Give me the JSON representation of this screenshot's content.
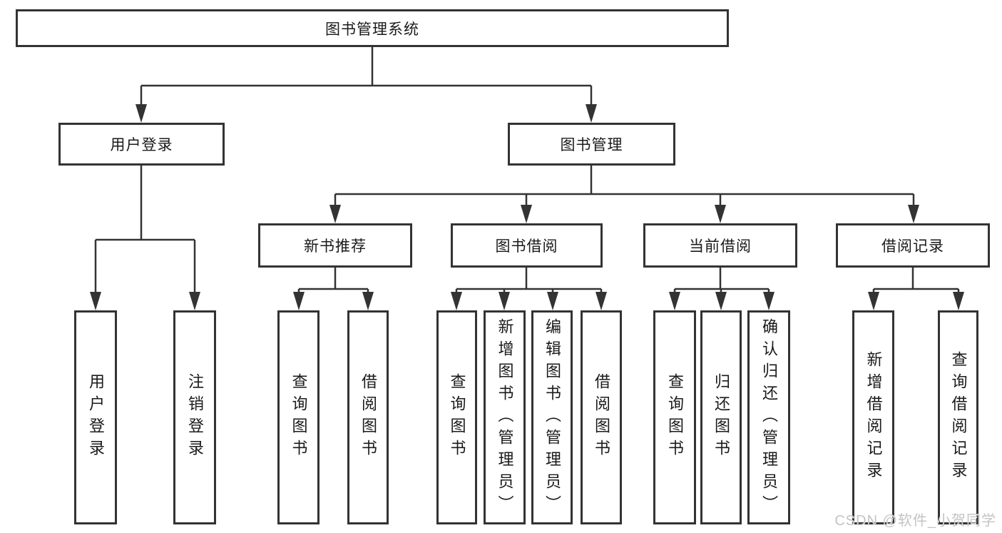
{
  "tree": {
    "root": {
      "label": "图书管理系统"
    },
    "branches": [
      {
        "label": "用户登录",
        "children": [
          {
            "label": "用户登录"
          },
          {
            "label": "注销登录"
          }
        ]
      },
      {
        "label": "图书管理",
        "children": [
          {
            "label": "新书推荐",
            "children": [
              {
                "label": "查询图书"
              },
              {
                "label": "借阅图书"
              }
            ]
          },
          {
            "label": "图书借阅",
            "children": [
              {
                "label": "查询图书"
              },
              {
                "label": "新增图书（管理员）"
              },
              {
                "label": "编辑图书（管理员）"
              },
              {
                "label": "借阅图书"
              }
            ]
          },
          {
            "label": "当前借阅",
            "children": [
              {
                "label": "查询图书"
              },
              {
                "label": "归还图书"
              },
              {
                "label": "确认归还（管理员）"
              }
            ]
          },
          {
            "label": "借阅记录",
            "children": [
              {
                "label": "新增借阅记录"
              },
              {
                "label": "查询借阅记录"
              }
            ]
          }
        ]
      }
    ]
  },
  "colors": {
    "line": "#333333",
    "box_border": "#333333",
    "text": "#1a1a1a",
    "watermark_text": "#c3c3c3",
    "background": "#ffffff"
  },
  "watermark": "CSDN @软件_小贺同学"
}
